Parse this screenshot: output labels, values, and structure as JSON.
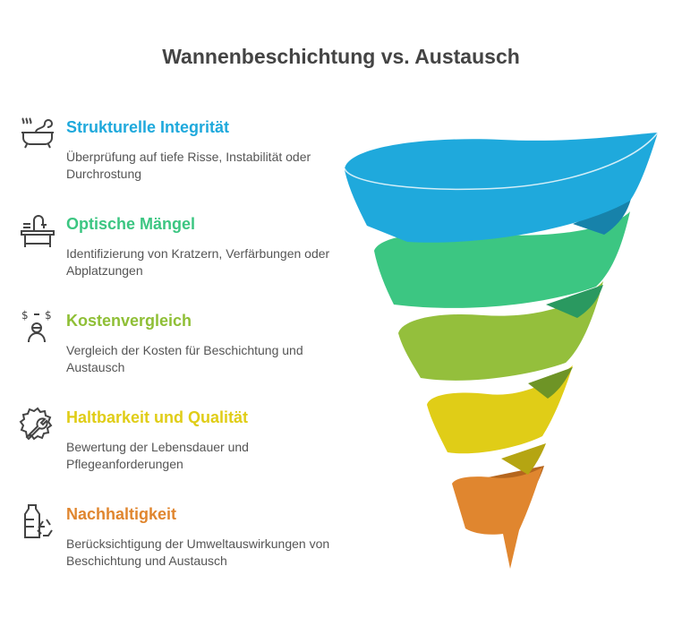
{
  "title": "Wannenbeschichtung vs. Austausch",
  "items": [
    {
      "heading": "Strukturelle Integrität",
      "description": "Überprüfung auf tiefe Risse, Instabilität oder Durchrostung",
      "icon": "bathtub-icon",
      "color": "#1FA9DC"
    },
    {
      "heading": "Optische Mängel",
      "description": "Identifizierung von Kratzern, Verfärbungen oder Abplatzungen",
      "icon": "sink-faucet-icon",
      "color": "#3CC682"
    },
    {
      "heading": "Kostenvergleich",
      "description": "Vergleich der Kosten für Beschichtung und Austausch",
      "icon": "person-cost-icon",
      "color": "#8FBF36"
    },
    {
      "heading": "Haltbarkeit und Qualität",
      "description": "Bewertung der Lebensdauer und Pflegeanforderungen",
      "icon": "gear-wrench-icon",
      "color": "#E0CD17"
    },
    {
      "heading": "Nachhaltigkeit",
      "description": "Berücksichtigung der Umweltauswirkungen von Beschichtung und Austausch",
      "icon": "recycle-bottle-icon",
      "color": "#E0862F"
    }
  ]
}
